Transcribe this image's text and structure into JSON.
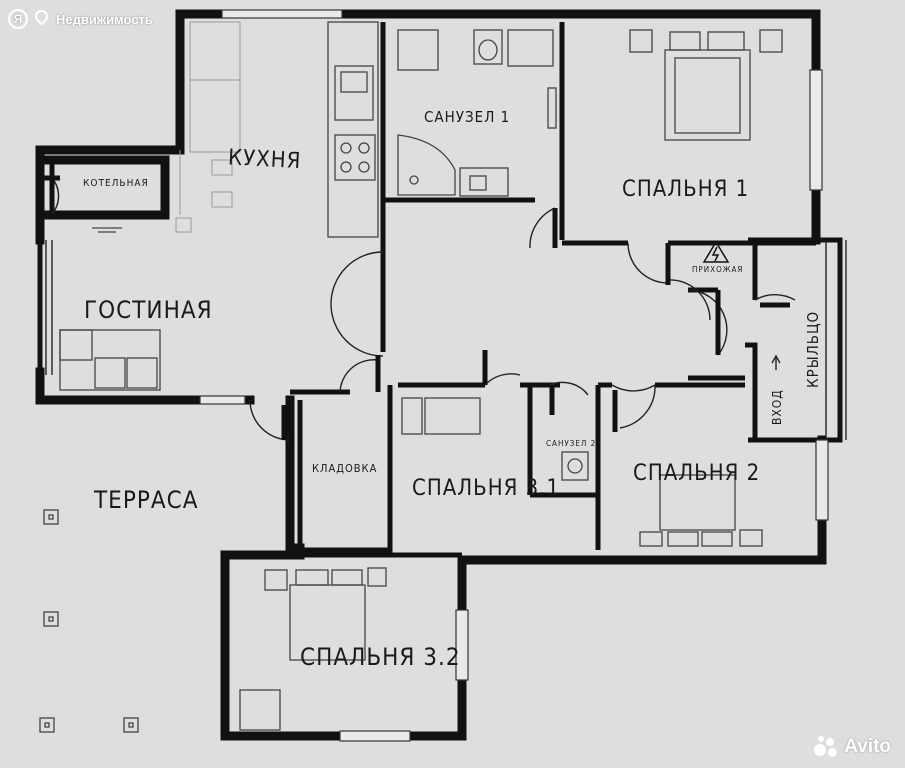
{
  "watermark": {
    "yandex_mark": "Я",
    "site_name": "Недвижимость",
    "avito_name": "Avito"
  },
  "rooms": {
    "kitchen": "КУХНЯ",
    "bathroom1": "САНУЗЕЛ 1",
    "bedroom1": "СПАЛЬНЯ 1",
    "boiler": "КОТЕЛЬНАЯ",
    "living": "ГОСТИНАЯ",
    "hall": "ПРИХОЖАЯ",
    "porch": "КРЫЛЬЦО",
    "entrance": "ВХОД",
    "terrace": "ТЕРРАСА",
    "storage": "КЛАДОВКА",
    "bedroom31": "СПАЛЬНЯ 3.1",
    "bathroom2": "САНУЗЕЛ 2",
    "bedroom2": "СПАЛЬНЯ 2",
    "bedroom32": "СПАЛЬНЯ 3.2"
  },
  "icons": {
    "yandex": "yandex-logo-icon",
    "location": "location-pin-icon",
    "avito": "avito-logo-icon",
    "electric": "electric-hazard-icon"
  }
}
